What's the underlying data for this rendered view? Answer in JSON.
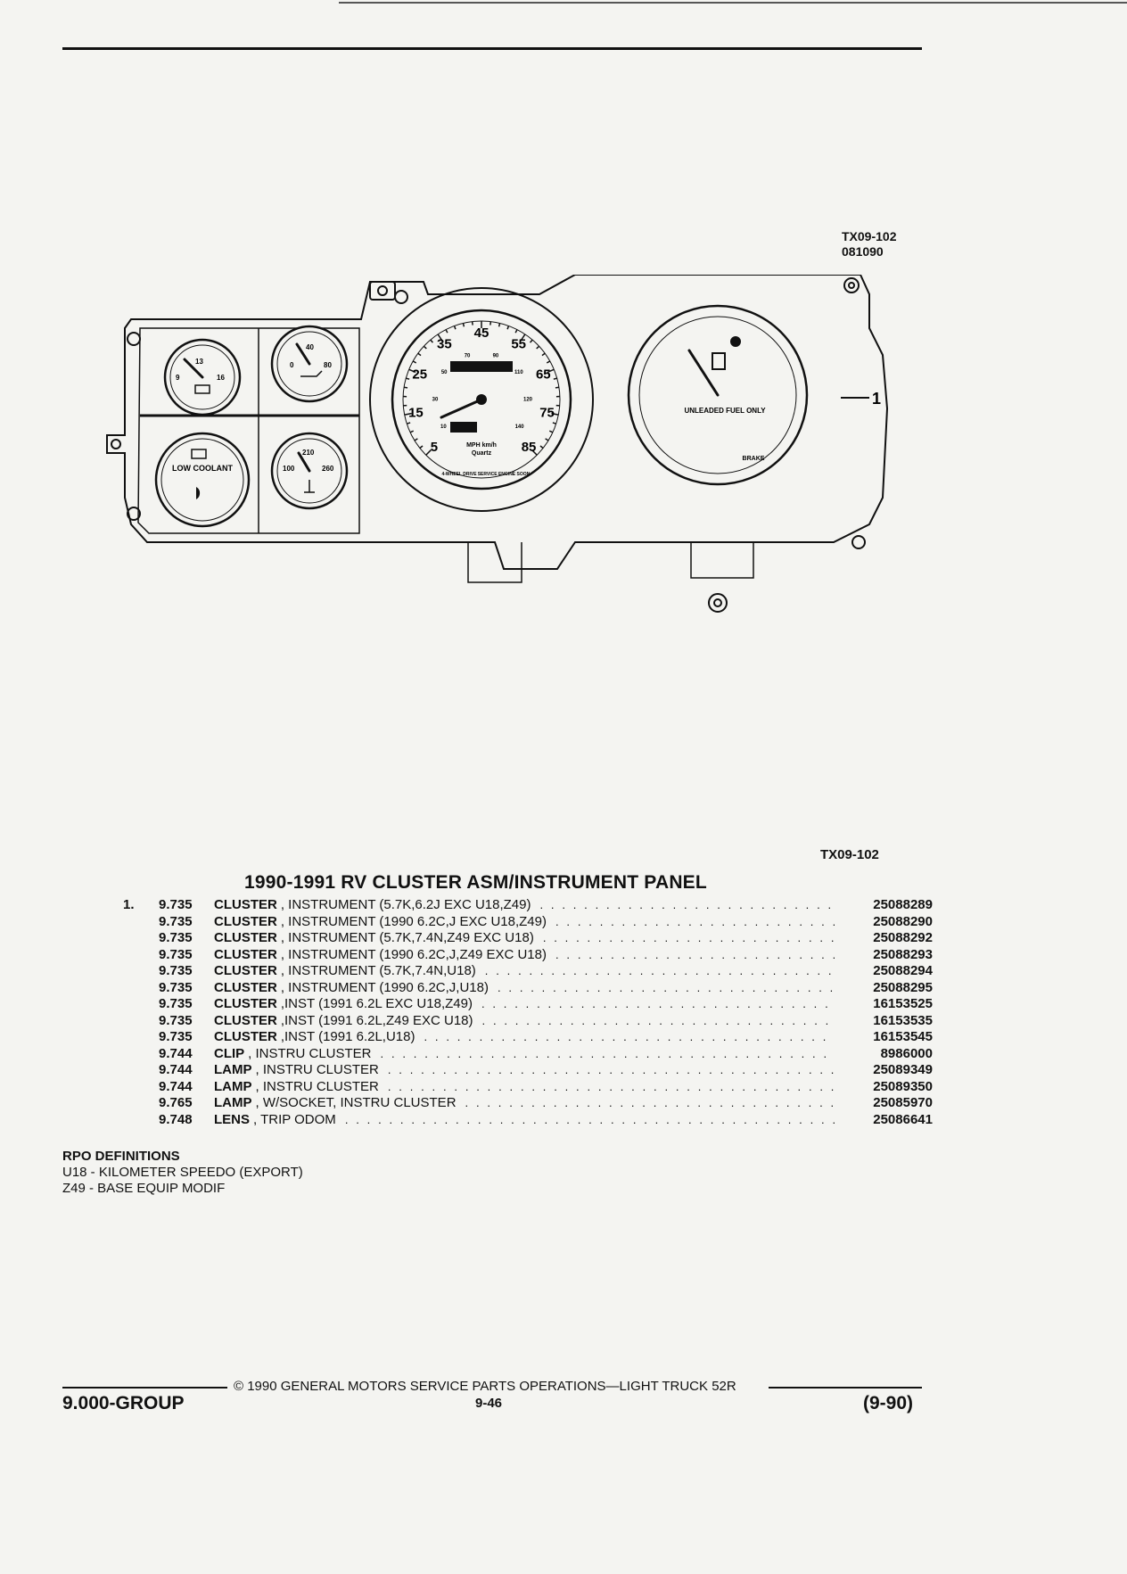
{
  "figure": {
    "code": "TX09-102",
    "date_code": "081090",
    "callout": "1",
    "gauges": {
      "volts": {
        "low": "9",
        "mid": "13",
        "high": "16"
      },
      "oil": {
        "low": "0",
        "mid": "40",
        "high": "80"
      },
      "temp": {
        "low": "100",
        "mid": "210",
        "high": "260"
      },
      "low_coolant": "LOW COOLANT",
      "speed_mph": [
        "5",
        "15",
        "25",
        "35",
        "45",
        "55",
        "65",
        "75",
        "85"
      ],
      "speed_kmh": [
        "10",
        "30",
        "50",
        "70",
        "90",
        "110",
        "120",
        "140"
      ],
      "speed_unit": "MPH km/h",
      "quartz": "Quartz",
      "four_wheel": "4-WHEEL DRIVE",
      "service_engine": "SERVICE ENGINE SOON",
      "fuel_label": "UNLEADED FUEL ONLY",
      "brake": "BRAKE"
    }
  },
  "section_title": "1990-1991 RV CLUSTER ASM/INSTRUMENT PANEL",
  "item_number": "1.",
  "parts": [
    {
      "group": "9.735",
      "name": "CLUSTER",
      "desc": ", INSTRUMENT (5.7K,6.2J EXC U18,Z49)",
      "part": "25088289"
    },
    {
      "group": "9.735",
      "name": "CLUSTER",
      "desc": ", INSTRUMENT (1990 6.2C,J EXC U18,Z49)",
      "part": "25088290"
    },
    {
      "group": "9.735",
      "name": "CLUSTER",
      "desc": ", INSTRUMENT (5.7K,7.4N,Z49 EXC U18)",
      "part": "25088292"
    },
    {
      "group": "9.735",
      "name": "CLUSTER",
      "desc": ", INSTRUMENT (1990 6.2C,J,Z49 EXC U18)",
      "part": "25088293"
    },
    {
      "group": "9.735",
      "name": "CLUSTER",
      "desc": ", INSTRUMENT (5.7K,7.4N,U18)",
      "part": "25088294"
    },
    {
      "group": "9.735",
      "name": "CLUSTER",
      "desc": ", INSTRUMENT (1990 6.2C,J,U18)",
      "part": "25088295"
    },
    {
      "group": "9.735",
      "name": "CLUSTER",
      "desc": ",INST (1991 6.2L EXC U18,Z49)",
      "part": "16153525"
    },
    {
      "group": "9.735",
      "name": "CLUSTER",
      "desc": ",INST (1991 6.2L,Z49 EXC U18)",
      "part": "16153535"
    },
    {
      "group": "9.735",
      "name": "CLUSTER",
      "desc": ",INST (1991 6.2L,U18)",
      "part": "16153545"
    },
    {
      "group": "9.744",
      "name": "CLIP",
      "desc": ", INSTRU CLUSTER",
      "part": "8986000"
    },
    {
      "group": "9.744",
      "name": "LAMP",
      "desc": ", INSTRU CLUSTER",
      "part": "25089349"
    },
    {
      "group": "9.744",
      "name": "LAMP",
      "desc": ", INSTRU CLUSTER",
      "part": "25089350"
    },
    {
      "group": "9.765",
      "name": "LAMP",
      "desc": ", W/SOCKET, INSTRU CLUSTER",
      "part": "25085970"
    },
    {
      "group": "9.748",
      "name": "LENS",
      "desc": ", TRIP ODOM",
      "part": "25086641"
    }
  ],
  "rpo": {
    "title": "RPO DEFINITIONS",
    "items": [
      "U18 - KILOMETER SPEEDO (EXPORT)",
      "Z49 - BASE EQUIP MODIF"
    ]
  },
  "footer": {
    "copyright": "© 1990 GENERAL MOTORS SERVICE PARTS OPERATIONS—LIGHT TRUCK 52R",
    "group": "9.000-GROUP",
    "page": "9-46",
    "revision": "(9-90)"
  }
}
